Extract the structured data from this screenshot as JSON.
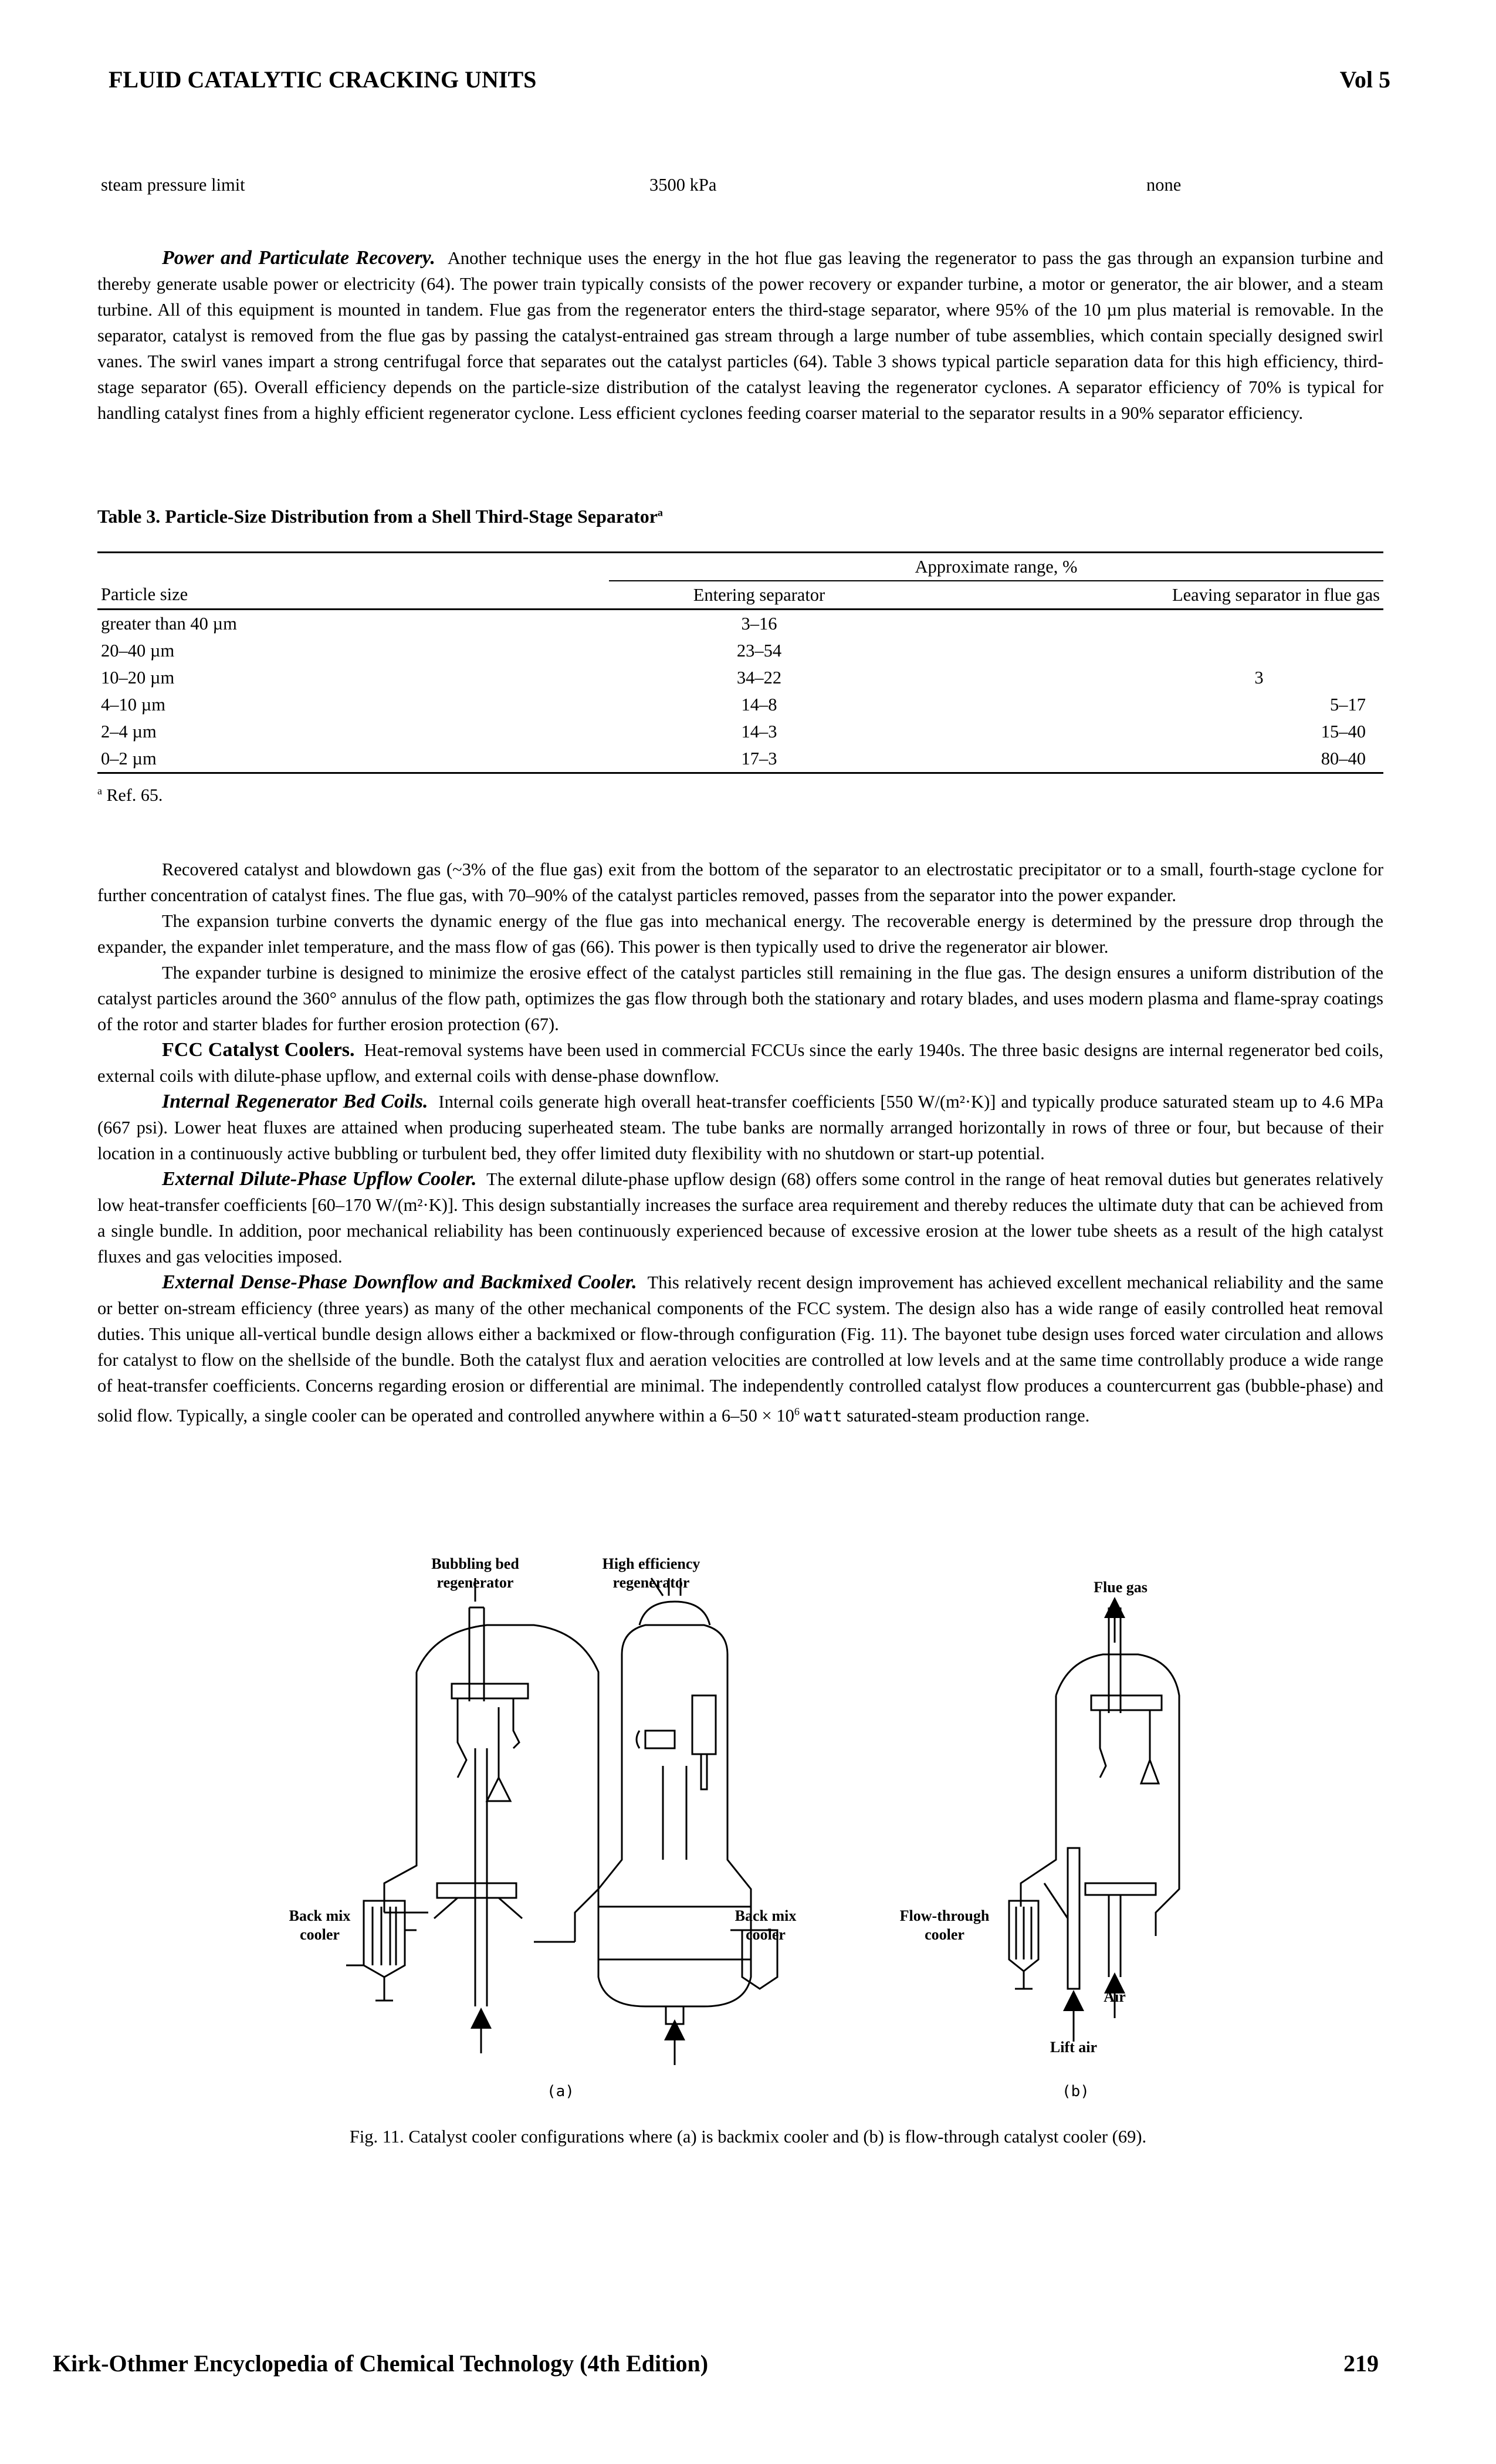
{
  "header": {
    "title": "FLUID CATALYTIC CRACKING UNITS",
    "volume": "Vol 5"
  },
  "top_row": {
    "label": "steam pressure limit",
    "value": "3500 kPa",
    "other": "none"
  },
  "power_recovery": {
    "heading": "Power and Particulate Recovery.",
    "text": "Another technique uses the energy in the hot flue gas leaving the regenerator to pass the gas through an expansion turbine and thereby generate usable power or electricity (64). The power train typically consists of the power recovery or expander turbine, a motor or generator, the air blower, and a steam turbine. All of this equipment is mounted in tandem. Flue gas from the regenerator enters the third-stage separator, where 95% of the 10 µm plus material is removable. In the separator, catalyst is removed from the flue gas by passing the catalyst-entrained gas stream through a large number of tube assemblies, which contain specially designed swirl vanes. The swirl vanes impart a strong centrifugal force that separates out the catalyst particles (64). Table 3 shows typical particle separation data for this high efficiency, third-stage separator (65). Overall efficiency depends on the particle-size distribution of the catalyst leaving the regenerator cyclones. A separator efficiency of 70% is typical for handling catalyst fines from a highly efficient regenerator cyclone. Less efficient cyclones feeding coarser material to the separator results in a 90% separator efficiency."
  },
  "table3": {
    "caption": "Table 3. Particle-Size Distribution from a Shell Third-Stage Separator",
    "caption_sup": "a",
    "group_header": "Approximate range, %",
    "col_headers": [
      "Particle size",
      "Entering separator",
      "Leaving separator in flue gas"
    ],
    "rows": [
      [
        "greater than 40 µm",
        "3–16",
        ""
      ],
      [
        "20–40 µm",
        "23–54",
        ""
      ],
      [
        "10–20 µm",
        "34–22",
        "3"
      ],
      [
        "4–10 µm",
        "14–8",
        "5–17"
      ],
      [
        "2–4 µm",
        "14–3",
        "15–40"
      ],
      [
        "0–2 µm",
        "17–3",
        "80–40"
      ]
    ],
    "footnote_mark": "a",
    "footnote": "Ref. 65."
  },
  "paragraphs": [
    "Recovered catalyst and blowdown gas (~3% of the flue gas) exit from the bottom of the separator to an electrostatic precipitator or to a small, fourth-stage cyclone for further concentration of catalyst fines. The flue gas, with 70–90% of the catalyst particles removed, passes from the separator into the power expander.",
    "The expansion turbine converts the dynamic energy of the flue gas into mechanical energy. The recoverable energy is determined by the pressure drop through the expander, the expander inlet temperature, and the mass flow of gas (66). This power is then typically used to drive the regenerator air blower.",
    "The expander turbine is designed to minimize the erosive effect of the catalyst particles still remaining in the flue gas. The design ensures a uniform distribution of the catalyst particles around the 360° annulus of the flow path, optimizes the gas flow through both the stationary and rotary blades, and uses modern plasma and flame-spray coatings of the rotor and starter blades for further erosion protection (67)."
  ],
  "fcc_coolers": {
    "heading": "FCC Catalyst Coolers.",
    "text": "Heat-removal systems have been used in commercial FCCUs since the early 1940s. The three basic designs are internal regenerator bed coils, external coils with dilute-phase upflow, and external coils with dense-phase downflow."
  },
  "internal_coils": {
    "heading": "Internal Regenerator Bed Coils.",
    "text": "Internal coils generate high overall heat-transfer coefficients [550 W/(m²·K)] and typically produce saturated steam up to 4.6 MPa (667 psi). Lower heat fluxes are attained when producing superheated steam. The tube banks are normally arranged horizontally in rows of three or four, but because of their location in a continuously active bubbling or turbulent bed, they offer limited duty flexibility with no shutdown or start-up potential."
  },
  "dilute_phase": {
    "heading": "External Dilute-Phase Upflow Cooler.",
    "text": "The external dilute-phase upflow design (68) offers some control in the range of heat removal duties but generates relatively low heat-transfer coefficients [60–170 W/(m²·K)]. This design substantially increases the surface area requirement and thereby reduces the ultimate duty that can be achieved from a single bundle. In addition, poor mechanical reliability has been continuously experienced because of excessive erosion at the lower tube sheets as a result of the high catalyst fluxes and gas velocities imposed."
  },
  "dense_phase": {
    "heading": "External Dense-Phase Downflow and Backmixed Cooler.",
    "text_before_unit": "This relatively recent design improvement has achieved excellent mechanical reliability and the same or better on-stream efficiency (three years) as many of the other mechanical components of the FCC system. The design also has a wide range of easily controlled heat removal duties. This unique all-vertical bundle design allows either a backmixed or flow-through configuration (Fig. 11). The bayonet tube design uses forced water circulation and allows for catalyst to flow on the shellside of the bundle. Both the catalyst flux and aeration velocities are controlled at low levels and at the same time controllably produce a wide range of heat-transfer coefficients. Concerns regarding erosion or differential are minimal. The independently controlled catalyst flow produces a countercurrent gas (bubble-phase) and solid flow. Typically, a single cooler can be operated and controlled anywhere within a 6–50 × 10",
    "exponent": "6",
    "unit": "watt",
    "text_after_unit": "saturated-steam production range."
  },
  "figure": {
    "labels": {
      "bubbling": "Bubbling bed regenerator",
      "high_eff": "High efficiency regenerator",
      "flue_gas": "Flue gas",
      "backmix_a": "Back mix cooler",
      "backmix_b": "Back mix cooler",
      "flow_through": "Flow-through cooler",
      "air": "Air",
      "lift_air": "Lift air"
    },
    "sub_a": "(a)",
    "sub_b": "(b)",
    "caption": "Fig. 11. Catalyst cooler configurations where (a) is backmix cooler and (b) is flow-through catalyst cooler (69)."
  },
  "footer": {
    "title": "Kirk-Othmer Encyclopedia of Chemical Technology (4th Edition)",
    "page": "219"
  }
}
